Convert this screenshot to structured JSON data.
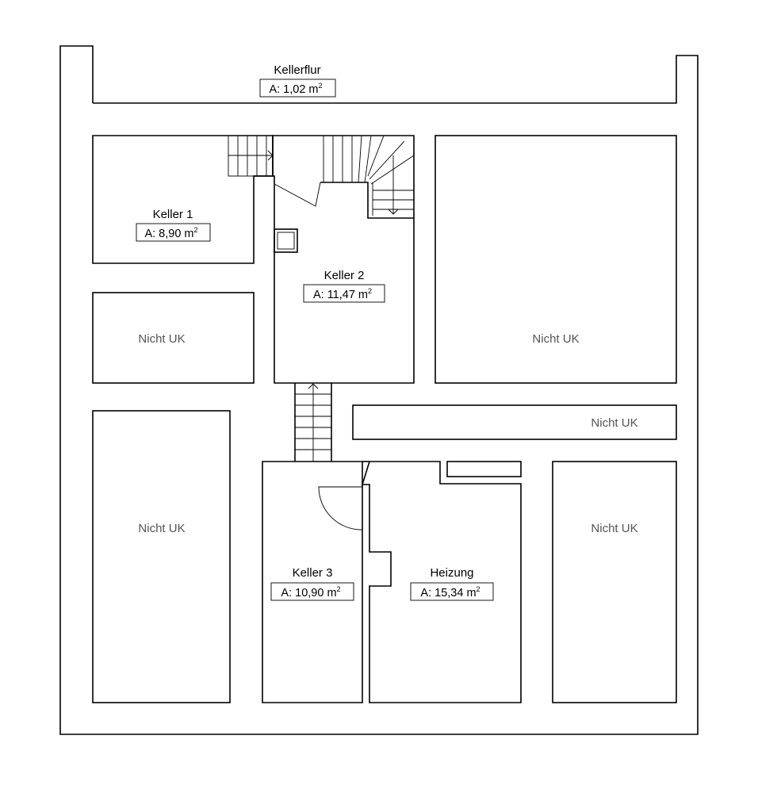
{
  "rooms": {
    "kellerflur": {
      "name": "Kellerflur",
      "area_prefix": "A: 1,02 m",
      "area_unit_sup": "2"
    },
    "keller1": {
      "name": "Keller 1",
      "area_prefix": "A: 8,90 m",
      "area_unit_sup": "2"
    },
    "keller2": {
      "name": "Keller 2",
      "area_prefix": "A: 11,47 m",
      "area_unit_sup": "2"
    },
    "keller3": {
      "name": "Keller 3",
      "area_prefix": "A: 10,90 m",
      "area_unit_sup": "2"
    },
    "heizung": {
      "name": "Heizung",
      "area_prefix": "A: 15,34 m",
      "area_unit_sup": "2"
    }
  },
  "not_examined": {
    "left_upper": "Nicht UK",
    "right_upper": "Nicht UK",
    "middle_strip": "Nicht UK",
    "left_lower": "Nicht UK",
    "right_lower": "Nicht UK"
  }
}
